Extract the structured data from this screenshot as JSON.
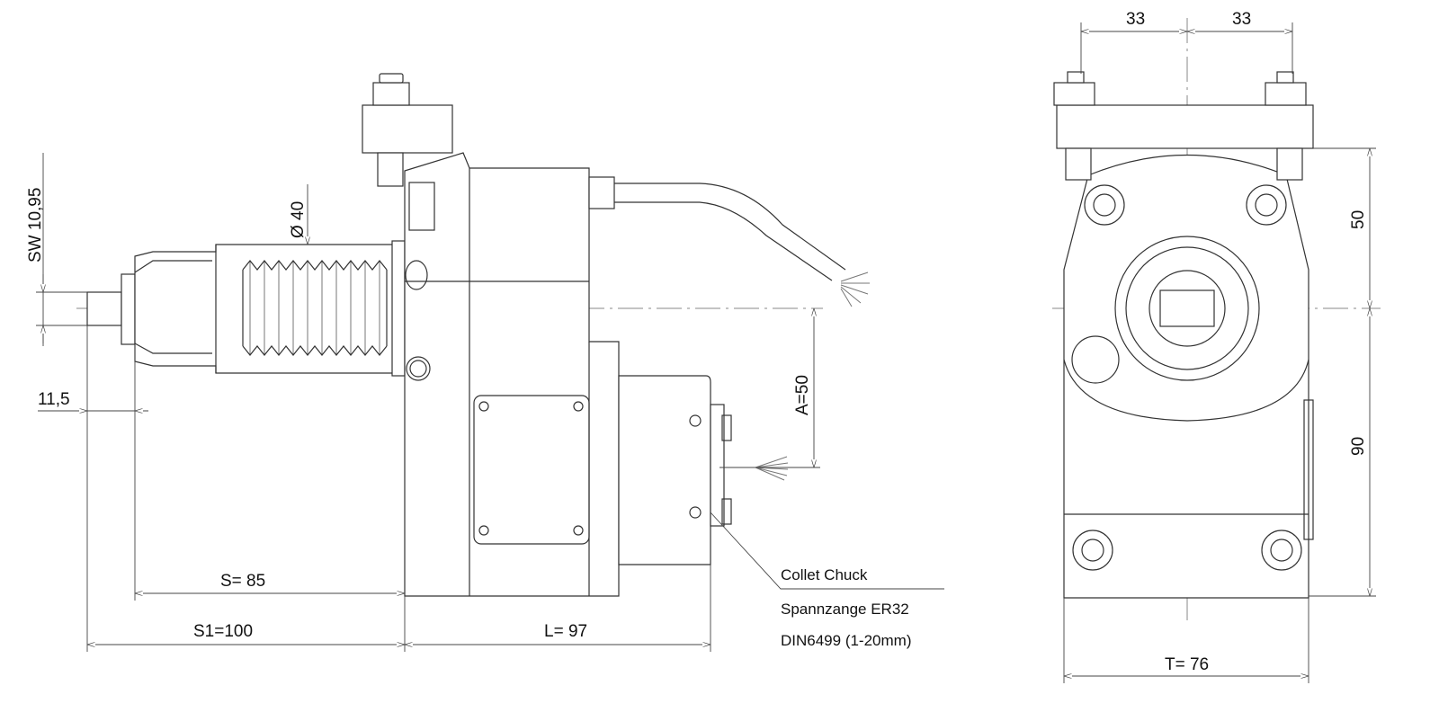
{
  "side_view": {
    "dim_sw": "SW  10,95",
    "dim_diameter": "Ø 40",
    "dim_stub": "11,5",
    "dim_s": "S= 85",
    "dim_s1": "S1=100",
    "dim_l": "L= 97",
    "dim_a": "A=50",
    "note_line1": "Collet Chuck",
    "note_line2": "Spannzange ER32",
    "note_line3": "DIN6499 (1-20mm)"
  },
  "front_view": {
    "dim_left_33": "33",
    "dim_right_33": "33",
    "dim_50": "50",
    "dim_90": "90",
    "dim_t": "T= 76"
  }
}
